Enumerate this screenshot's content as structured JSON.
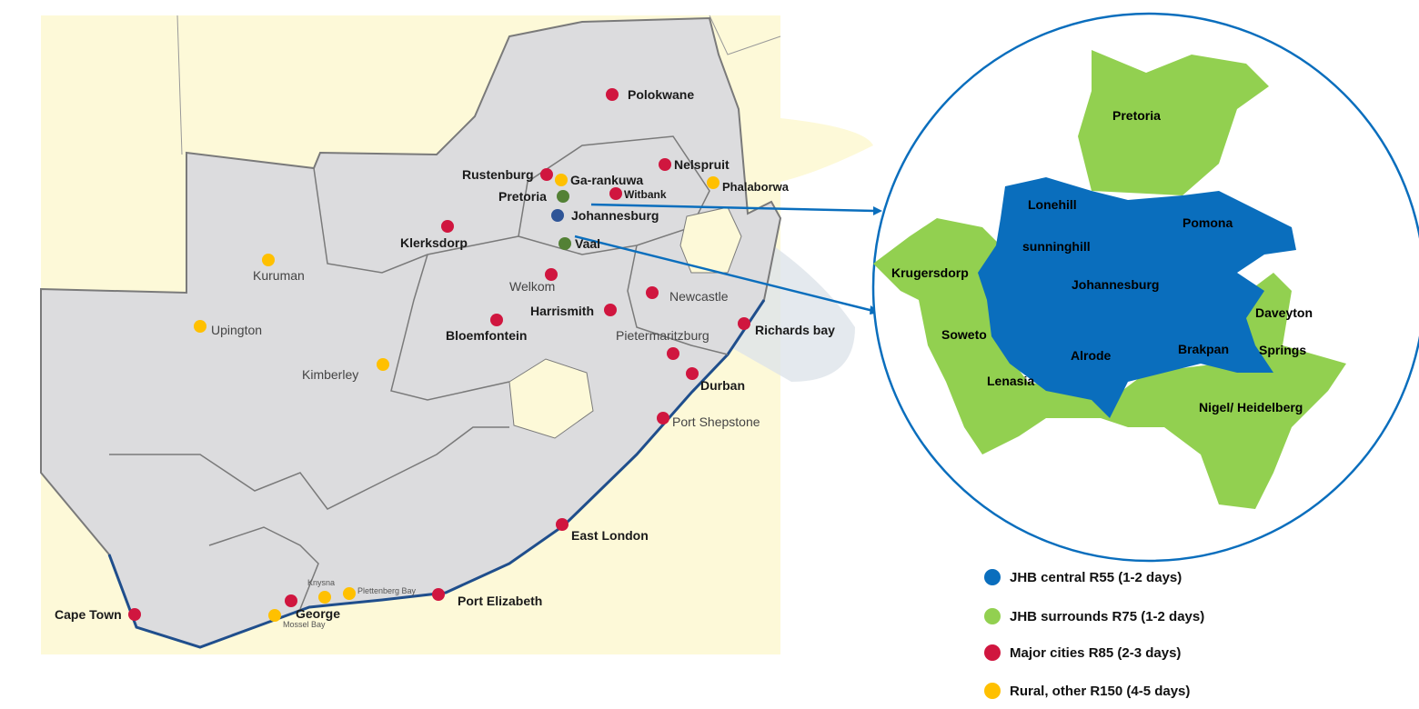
{
  "colors": {
    "jhb_central": "#0a6ebd",
    "jhb_surrounds": "#92d050",
    "major": "#d0163f",
    "rural": "#ffc000",
    "gauteng_green": "#538135",
    "jhb_dot": "#2f5597",
    "coast": "#1f4e8c",
    "land": "#dcdcde",
    "neighbor": "#fdf9d8"
  },
  "map": {
    "major_cities": [
      "Polokwane",
      "Nelspruit",
      "Rustenburg",
      "Witbank",
      "Klerksdorp",
      "Welkom",
      "Newcastle",
      "Harrismith",
      "Bloemfontein",
      "Richards bay",
      "Pietermaritzburg",
      "Durban",
      "Port Shepstone",
      "East London",
      "Port Elizabeth",
      "George",
      "Cape Town"
    ],
    "rural": [
      "Ga-rankuwa",
      "Phalaborwa",
      "Kuruman",
      "Upington",
      "Kimberley",
      "Knysna",
      "Plettenberg Bay",
      "Mossel Bay"
    ],
    "gauteng": [
      "Pretoria",
      "Johannesburg",
      "Vaal"
    ]
  },
  "inset": {
    "areas": [
      "Pretoria",
      "Lonehill",
      "Pomona",
      "sunninghill",
      "Krugersdorp",
      "Johannesburg",
      "Daveyton",
      "Soweto",
      "Alrode",
      "Brakpan",
      "Springs",
      "Lenasia",
      "Nigel/ Heidelberg"
    ]
  },
  "legend": [
    {
      "label": "JHB central R55 (1-2 days)"
    },
    {
      "label": "JHB surrounds R75 (1-2 days)"
    },
    {
      "label": "Major cities R85 (2-3 days)"
    },
    {
      "label": "Rural, other R150 (4-5 days)"
    }
  ]
}
